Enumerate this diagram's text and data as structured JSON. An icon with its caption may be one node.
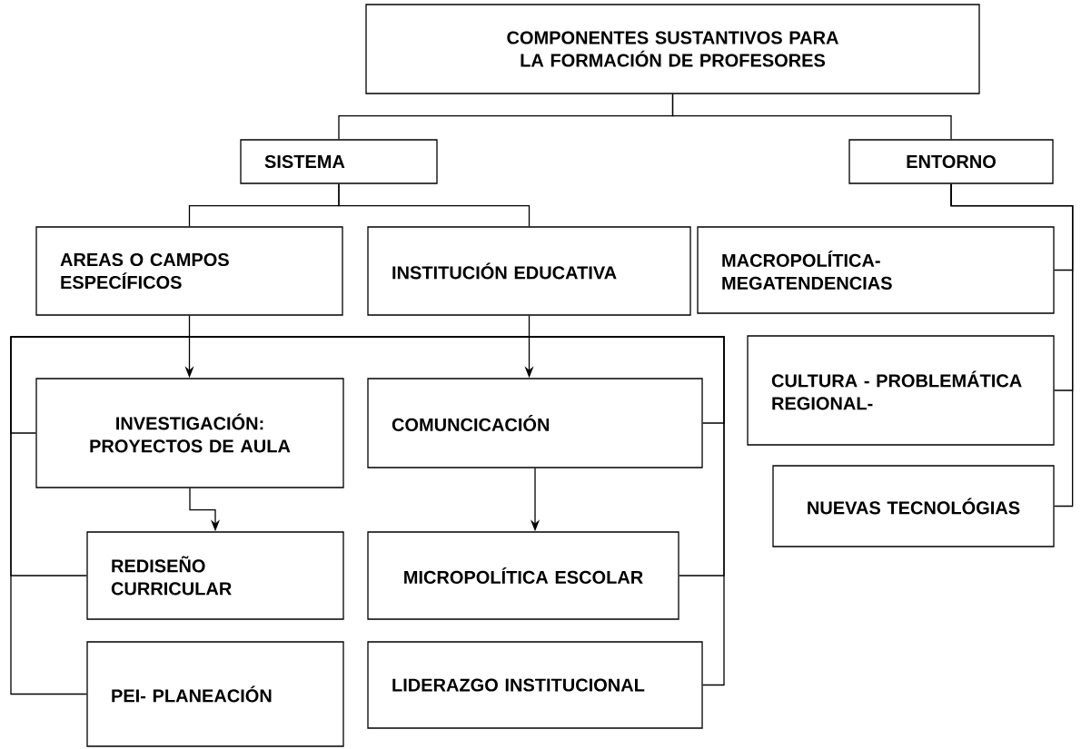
{
  "diagram": {
    "nodes": [
      {
        "text": [
          "COMPONENTES SUSTANTIVOS PARA LA FORMACIÓN DE PROFESORES"
        ]
      },
      {
        "text": [
          "SISTEMA"
        ]
      },
      {
        "text": [
          "ENTORNO"
        ]
      },
      {
        "text": [
          "AREAS O CAMPOS ESPECÍFICOS"
        ]
      },
      {
        "text": [
          "INSTITUCIÓN EDUCATIVA"
        ]
      },
      {
        "text": [
          "INVESTIGACIÓN: PROYECTOS DE AULA"
        ]
      },
      {
        "text": [
          "COMUNCICACIÓN"
        ]
      },
      {
        "text": [
          "REDISEÑO CURRICULAR"
        ]
      },
      {
        "text": [
          "MICROPOLÍTICA ESCOLAR"
        ]
      },
      {
        "text": [
          "PEI- PLANEACIÓN"
        ]
      },
      {
        "text": [
          "LIDERAZGO INSTITUCIONAL"
        ]
      },
      {
        "text": [
          "MACROPOLÍTICA- MEGATENDENCIAS"
        ]
      },
      {
        "text": [
          "CULTURA - PROBLEMÁTICA REGIONAL-"
        ]
      },
      {
        "text": [
          "NUEVAS TECNOLÓGIAS"
        ]
      }
    ],
    "edges": [
      {
        "from": 0,
        "to": 1,
        "arrow": "none"
      },
      {
        "from": 0,
        "to": 2,
        "arrow": "none"
      },
      {
        "from": 1,
        "to": 3,
        "arrow": "none"
      },
      {
        "from": 1,
        "to": 4,
        "arrow": "none"
      },
      {
        "from": 3,
        "to": 5,
        "arrow": "to"
      },
      {
        "from": 4,
        "to": 6,
        "arrow": "to"
      },
      {
        "from": 5,
        "to": 7,
        "arrow": "to"
      },
      {
        "from": 6,
        "to": 8,
        "arrow": "to"
      },
      {
        "from": 2,
        "to": 11,
        "arrow": "none"
      },
      {
        "from": 2,
        "to": 12,
        "arrow": "none"
      },
      {
        "from": 2,
        "to": 13,
        "arrow": "none"
      },
      {
        "from": 5,
        "to": 6,
        "arrow": "none"
      },
      {
        "from": 7,
        "to": 8,
        "arrow": "none"
      },
      {
        "from": 9,
        "to": 10,
        "arrow": "none"
      }
    ]
  }
}
